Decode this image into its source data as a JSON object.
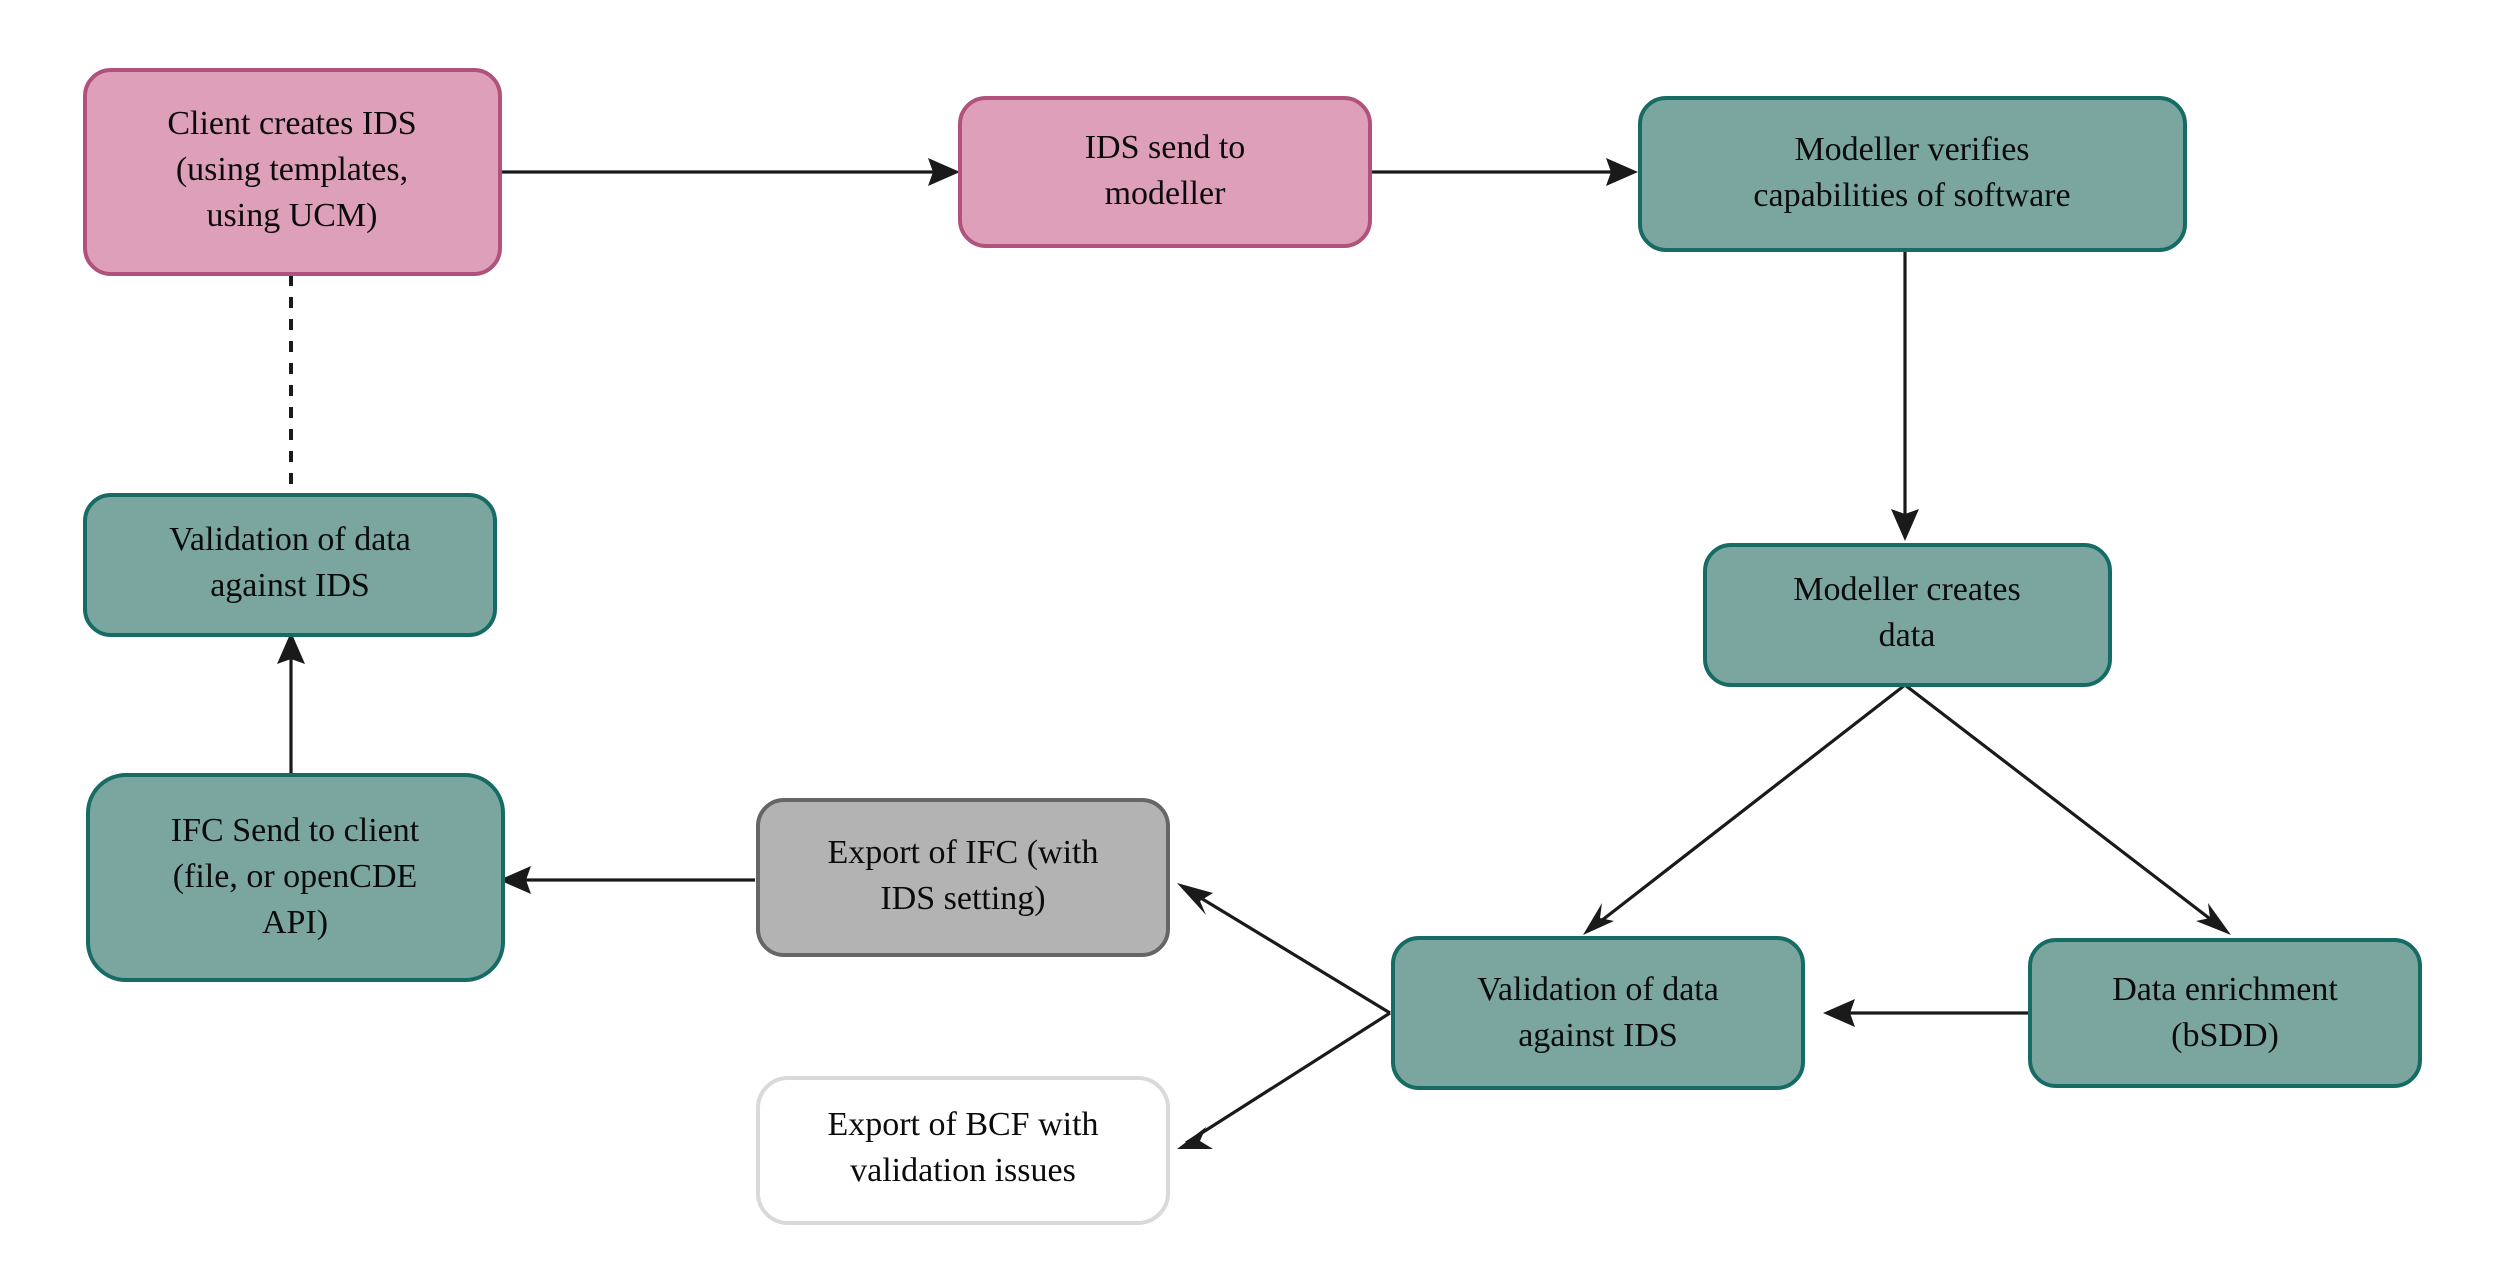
{
  "diagram": {
    "title": "IDS workflow flowchart",
    "type": "flowchart",
    "colors": {
      "pink_fill": "#dda0b8",
      "pink_stroke": "#b0527c",
      "teal_fill": "#7aa69f",
      "teal_stroke": "#166b64",
      "gray_fill": "#b3b3b3",
      "gray_stroke": "#666666",
      "white_fill": "#ffffff",
      "white_stroke": "#d9d9d9",
      "edge": "#1a1a1a",
      "text": "#0b0b0b",
      "background": "#ffffff"
    },
    "nodes": [
      {
        "id": "client-creates-ids",
        "lines": [
          "Client creates IDS",
          "(using templates,",
          "using UCM)"
        ],
        "style": "pink"
      },
      {
        "id": "ids-send-to-modeller",
        "lines": [
          "IDS send to",
          "modeller"
        ],
        "style": "pink"
      },
      {
        "id": "modeller-verifies-capabilities",
        "lines": [
          "Modeller verifies",
          "capabilities of software"
        ],
        "style": "teal"
      },
      {
        "id": "modeller-creates-data",
        "lines": [
          "Modeller creates",
          "data"
        ],
        "style": "teal"
      },
      {
        "id": "validation-of-data-right",
        "lines": [
          "Validation of data",
          "against IDS"
        ],
        "style": "teal"
      },
      {
        "id": "data-enrichment-bsdd",
        "lines": [
          "Data enrichment",
          "(bSDD)"
        ],
        "style": "teal"
      },
      {
        "id": "export-of-ifc",
        "lines": [
          "Export of IFC (with",
          "IDS setting)"
        ],
        "style": "gray"
      },
      {
        "id": "export-of-bcf",
        "lines": [
          "Export of BCF with",
          "validation issues"
        ],
        "style": "white"
      },
      {
        "id": "ifc-send-to-client",
        "lines": [
          "IFC Send to client",
          "(file, or openCDE",
          "API)"
        ],
        "style": "teal"
      },
      {
        "id": "validation-of-data-left",
        "lines": [
          "Validation of data",
          "against IDS"
        ],
        "style": "teal"
      }
    ],
    "edges": [
      {
        "id": "e1",
        "from": "client-creates-ids",
        "to": "ids-send-to-modeller",
        "kind": "solid-arrow"
      },
      {
        "id": "e2",
        "from": "ids-send-to-modeller",
        "to": "modeller-verifies-capabilities",
        "kind": "solid-arrow"
      },
      {
        "id": "e3",
        "from": "modeller-verifies-capabilities",
        "to": "modeller-creates-data",
        "kind": "solid-arrow"
      },
      {
        "id": "e4",
        "from": "modeller-creates-data",
        "to": "validation-of-data-right",
        "kind": "solid-arrow"
      },
      {
        "id": "e5",
        "from": "modeller-creates-data",
        "to": "data-enrichment-bsdd",
        "kind": "solid-arrow"
      },
      {
        "id": "e6",
        "from": "data-enrichment-bsdd",
        "to": "validation-of-data-right",
        "kind": "solid-arrow"
      },
      {
        "id": "e7",
        "from": "validation-of-data-right",
        "to": "export-of-ifc",
        "kind": "solid-arrow"
      },
      {
        "id": "e8",
        "from": "validation-of-data-right",
        "to": "export-of-bcf",
        "kind": "solid-arrow"
      },
      {
        "id": "e9",
        "from": "export-of-ifc",
        "to": "ifc-send-to-client",
        "kind": "solid-arrow"
      },
      {
        "id": "e10",
        "from": "ifc-send-to-client",
        "to": "validation-of-data-left",
        "kind": "solid-arrow"
      },
      {
        "id": "e11",
        "from": "client-creates-ids",
        "to": "validation-of-data-left",
        "kind": "dashed"
      }
    ]
  }
}
